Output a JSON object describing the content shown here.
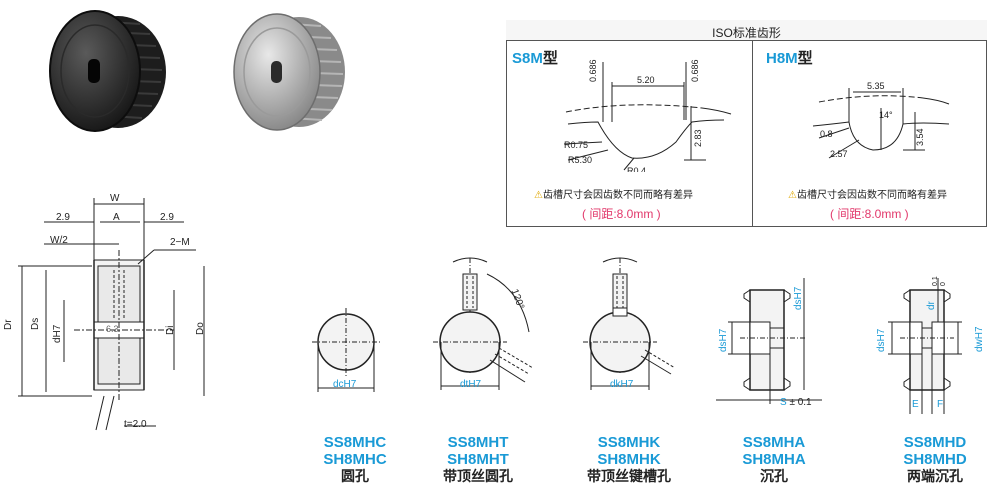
{
  "iso_panel": {
    "header": "ISO标准齿形",
    "s8m": {
      "code": "S8M",
      "suffix": "型",
      "dims": {
        "top_left": "0.686",
        "top_right": "0.686",
        "width": "5.20",
        "depth": "2.83",
        "r075": "R0.75",
        "r530": "R5.30",
        "r04": "R0.4"
      },
      "warning": "齿槽尺寸会因齿数不同而略有差异",
      "pitch": "( 间距:8.0mm )"
    },
    "h8m": {
      "code": "H8M",
      "suffix": "型",
      "dims": {
        "width": "5.35",
        "angle": "14°",
        "left": "0.8",
        "bottom": "2.57",
        "depth": "3.54"
      },
      "warning": "齿槽尺寸会因齿数不同而略有差异",
      "pitch": "( 间距:8.0mm )"
    }
  },
  "section_drawing": {
    "W": "W",
    "A": "A",
    "left_offset": "2.9",
    "right_offset": "2.9",
    "half_width": "W/2",
    "tap": "2−M",
    "Dr": "Dr",
    "Ds": "Ds",
    "dH7": "dH7",
    "angle": "6.3",
    "Di": "Di",
    "Do": "Do",
    "t": "t=2.0"
  },
  "bore_types": [
    {
      "code1": "SS8MHC",
      "code2": "SH8MHC",
      "name": "圆孔",
      "dim": "dcH7"
    },
    {
      "code1": "SS8MHT",
      "code2": "SH8MHT",
      "name": "带顶丝圆孔",
      "dim": "dtH7",
      "angle": "120°"
    },
    {
      "code1": "SS8MHK",
      "code2": "SH8MHK",
      "name": "带顶丝键槽孔",
      "dim": "dkH7"
    },
    {
      "code1": "SS8MHA",
      "code2": "SH8MHA",
      "name": "沉孔",
      "dim1": "dsH7",
      "dim2": "dsH7",
      "S": "S",
      "tol": "± 0.1"
    },
    {
      "code1": "SS8MHD",
      "code2": "SH8MHD",
      "name": "两端沉孔",
      "dim1": "dsH7",
      "dim2": "dwH7",
      "E": "E",
      "F": "F",
      "dr": "dr",
      "dr_tol_top": "0.1",
      "dr_tol_bot": "0"
    }
  ],
  "colors": {
    "accent": "#1a9ad6",
    "pitch": "#e2386b",
    "warning": "#f2b705"
  }
}
